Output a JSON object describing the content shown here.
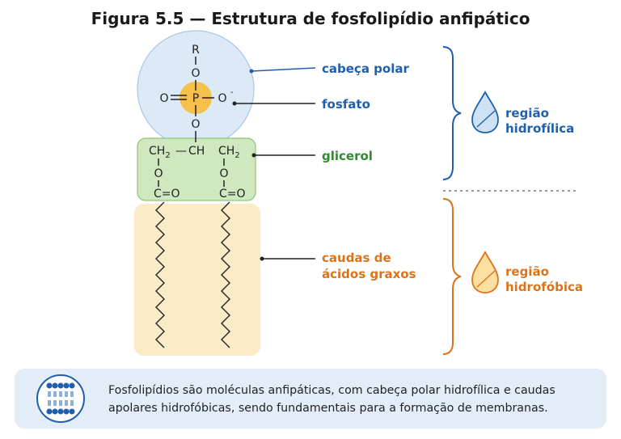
{
  "title": "Figura 5.5 — Estrutura de fosfolipídio anfipático",
  "molecule": {
    "r": "R",
    "o_top": "O",
    "o_left": "O",
    "eq": "=",
    "p": "P",
    "o_right": "O",
    "minus": "-",
    "o_bottom": "O",
    "ch2_left": "CH",
    "two": "2",
    "dash": "—",
    "ch": "CH",
    "ch2_right": "CH",
    "o_ester_left": "O",
    "o_ester_right": "O",
    "co_left": "C=O",
    "co_right": "C=O"
  },
  "labels": {
    "polar_head": "cabeça polar",
    "phosphate": "fosfato",
    "glycerol": "glicerol",
    "tails_line1": "caudas de",
    "tails_line2": "ácidos graxos"
  },
  "regions": {
    "hydrophilic_line1": "região",
    "hydrophilic_line2": "hidrofílica",
    "hydrophobic_line1": "região",
    "hydrophobic_line2": "hidrofóbica"
  },
  "info": {
    "text": "Fosfolipídios são moléculas anfipáticas, com cabeça polar hidrofílica e caudas apolares hidrofóbicas, sendo fundamentais para a formação de membranas."
  },
  "colors": {
    "blue": "#1f5fae",
    "green": "#2e8b2e",
    "orange": "#d9741a",
    "head_fill": "#dceaf7",
    "phosphate_fill": "#f7c04a",
    "glycerol_fill": "#cfe8bf",
    "tail_fill": "#fbebc6"
  }
}
